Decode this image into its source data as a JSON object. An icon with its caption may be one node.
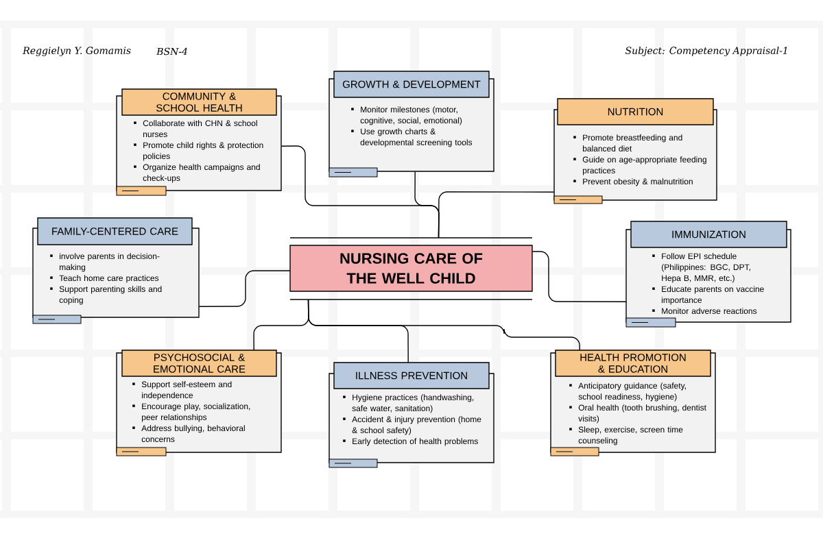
{
  "diagram": {
    "nodes": [
      {
        "text": [
          "COMMUNITY & SCHOOL HEALTH",
          "Collaborate with CHN & school nurses",
          "Promote child rights & protection policies",
          "Organize health campaigns and check-ups"
        ]
      },
      {
        "text": [
          "GROWTH & DEVELOPMENT",
          "Monitor milestones (motor, cognitive, social, emotional)",
          "Use growth charts & developmental screening tools"
        ]
      },
      {
        "text": [
          "NUTRITION",
          "Promote breastfeeding and balanced diet",
          "Guide on age-appropriate feeding practices",
          "Prevent obesity & malnutrition"
        ]
      },
      {
        "text": [
          "FAMILY-CENTERED CARE",
          "involve parents in decision-making",
          "Teach home care practices",
          "Support parenting skills and coping"
        ]
      },
      {
        "text": [
          "NURSING CARE OF THE WELL CHILD"
        ]
      },
      {
        "text": [
          "IMMUNIZATION",
          "Follow EPI schedule (Philippines: BGC, DPT, Hepa B, MMR, etc.)",
          "Educate parents on vaccine importance",
          "Monitor adverse reactions"
        ]
      },
      {
        "text": [
          "PSYCHOSOCIAL & EMOTIONAL CARE",
          "Support self-esteem and independence",
          "Encourage play, socialization, peer relationships",
          "Address bullying, behavioral concerns"
        ]
      },
      {
        "text": [
          "ILLNESS PREVENTION",
          "Hygiene practices (handwashing, safe water, sanitation)",
          "Accident & injury prevention (home & school safety)",
          "Early detection of health problems"
        ]
      },
      {
        "text": [
          "HEALTH PROMOTION & EDUCATION",
          "Anticipatory guidance (safety, school readiness, hygiene)",
          "Oral health (tooth brushing, dentist visits)",
          "Sleep, exercise, screen time counseling"
        ]
      }
    ],
    "edges": [
      {
        "from": 4,
        "to": 0,
        "arrow": "none"
      },
      {
        "from": 4,
        "to": 1,
        "arrow": "none"
      },
      {
        "from": 4,
        "to": 2,
        "arrow": "none"
      },
      {
        "from": 4,
        "to": 3,
        "arrow": "none"
      },
      {
        "from": 4,
        "to": 5,
        "arrow": "none"
      },
      {
        "from": 4,
        "to": 6,
        "arrow": "none"
      },
      {
        "from": 4,
        "to": 7,
        "arrow": "none"
      },
      {
        "from": 4,
        "to": 8,
        "arrow": "none"
      }
    ],
    "labels": [
      "Reggielyn Y. Gomamis",
      "BSN-4",
      "Subject: Competency Appraisal-1"
    ]
  }
}
